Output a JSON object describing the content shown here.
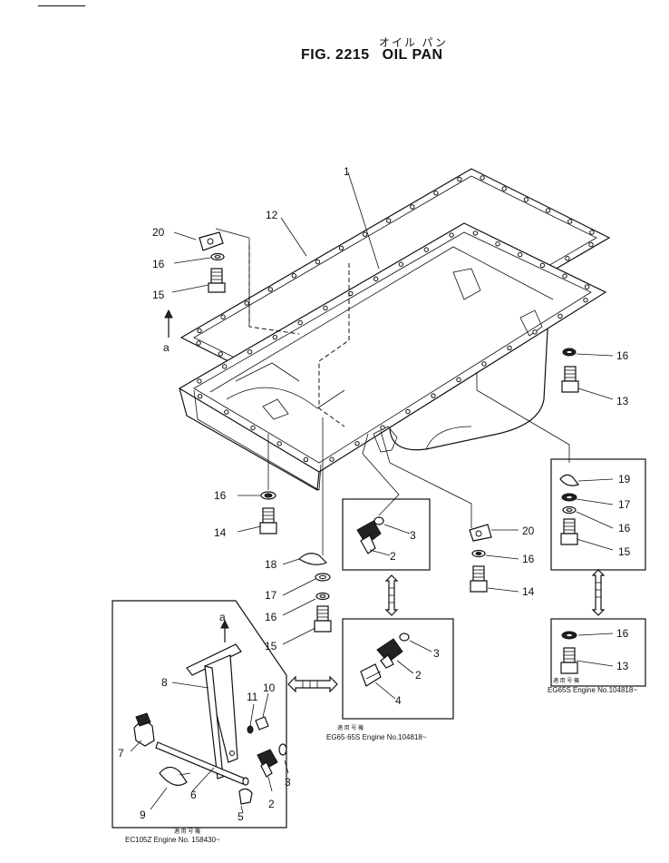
{
  "title": {
    "japanese": "オイル パン",
    "figure_number": "FIG. 2215",
    "name": "OIL PAN"
  },
  "callouts": [
    {
      "id": "c1",
      "label": "1"
    },
    {
      "id": "c12",
      "label": "12"
    },
    {
      "id": "c20a",
      "label": "20"
    },
    {
      "id": "c16a",
      "label": "16"
    },
    {
      "id": "c15a",
      "label": "15"
    },
    {
      "id": "ca",
      "label": "a"
    },
    {
      "id": "c16b",
      "label": "16"
    },
    {
      "id": "c13a",
      "label": "13"
    },
    {
      "id": "c19",
      "label": "19"
    },
    {
      "id": "c17b",
      "label": "17"
    },
    {
      "id": "c16c",
      "label": "16"
    },
    {
      "id": "c15c",
      "label": "15"
    },
    {
      "id": "c16d",
      "label": "16"
    },
    {
      "id": "c14a",
      "label": "14"
    },
    {
      "id": "c3a",
      "label": "3"
    },
    {
      "id": "c2a",
      "label": "2"
    },
    {
      "id": "c20b",
      "label": "20"
    },
    {
      "id": "c16e",
      "label": "16"
    },
    {
      "id": "c14b",
      "label": "14"
    },
    {
      "id": "c18",
      "label": "18"
    },
    {
      "id": "c17a",
      "label": "17"
    },
    {
      "id": "c16f",
      "label": "16"
    },
    {
      "id": "c15b",
      "label": "15"
    },
    {
      "id": "c16g",
      "label": "16"
    },
    {
      "id": "c13b",
      "label": "13"
    },
    {
      "id": "c3b",
      "label": "3"
    },
    {
      "id": "c2b",
      "label": "2"
    },
    {
      "id": "c4",
      "label": "4"
    },
    {
      "id": "ca2",
      "label": "a"
    },
    {
      "id": "c8",
      "label": "8"
    },
    {
      "id": "c10",
      "label": "10"
    },
    {
      "id": "c11",
      "label": "11"
    },
    {
      "id": "c7",
      "label": "7"
    },
    {
      "id": "c6",
      "label": "6"
    },
    {
      "id": "c3c",
      "label": "3"
    },
    {
      "id": "c2c",
      "label": "2"
    },
    {
      "id": "c5",
      "label": "5"
    },
    {
      "id": "c9",
      "label": "9"
    }
  ],
  "notes": {
    "middle": {
      "jp": "適 用 号 機",
      "text": "EG65·65S Engine No.104818~"
    },
    "right": {
      "jp": "適 用 号 機",
      "text": "EG65S Engine No.104818~"
    },
    "left": {
      "jp": "適 用 号 機",
      "text": "EC105Z Engine No. 158430~"
    }
  }
}
